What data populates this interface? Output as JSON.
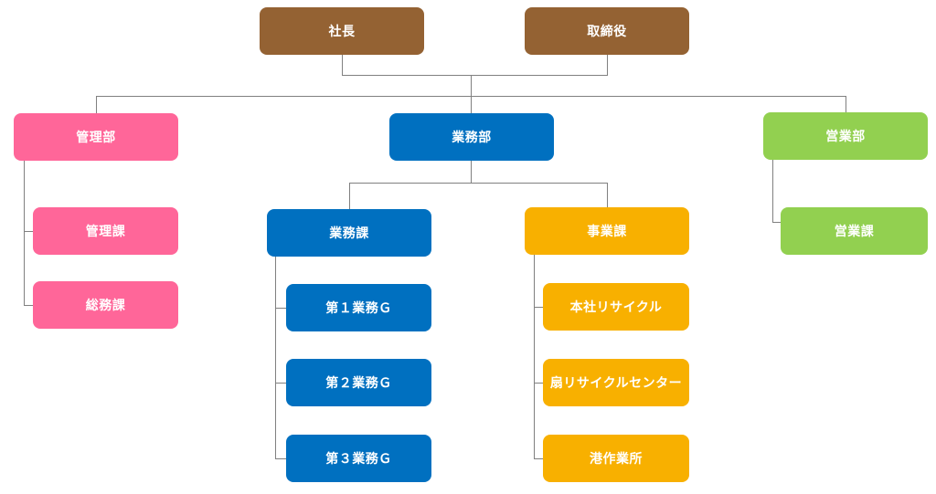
{
  "org": {
    "president": "社長",
    "directors": "取締役",
    "kanribu": "管理部",
    "gyomubu": "業務部",
    "eigyobu": "営業部",
    "kanrika": "管理課",
    "somuka": "総務課",
    "gyomuka": "業務課",
    "gyomu_g1": "第１業務Ｇ",
    "gyomu_g2": "第２業務Ｇ",
    "gyomu_g3": "第３業務Ｇ",
    "jigyoka": "事業課",
    "honsha_recycle": "本社リサイクル",
    "recycle_center": "扇リサイクルセンター",
    "minato_sagyosho": "港作業所",
    "eigyoka": "営業課"
  },
  "colors": {
    "executive": "#946233",
    "kanri": "#ff6699",
    "gyomu": "#0070c0",
    "jigyo": "#f8b000",
    "eigyo": "#92d050",
    "connector": "#808080"
  }
}
